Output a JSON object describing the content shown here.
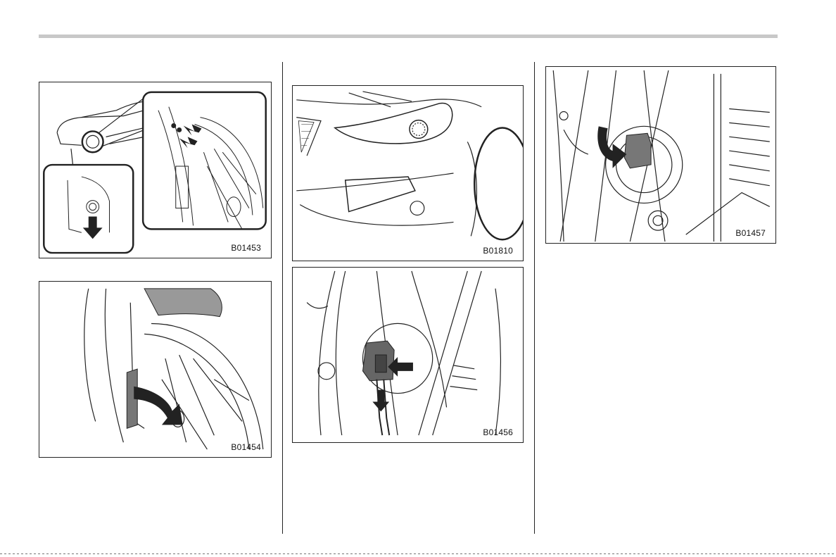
{
  "figures": [
    {
      "id": "fig-wheel-clip",
      "code": "B01453"
    },
    {
      "id": "fig-fender-liner",
      "code": "B01454"
    },
    {
      "id": "fig-front-bumper",
      "code": "B01810"
    },
    {
      "id": "fig-connector",
      "code": "B01456"
    },
    {
      "id": "fig-bulb-turn",
      "code": "B01457"
    }
  ],
  "colors": {
    "line": "#222222",
    "rule": "#c8c8c8",
    "fill": "#555555"
  }
}
